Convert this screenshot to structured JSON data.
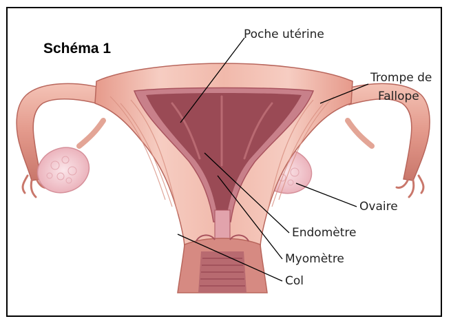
{
  "title": "Schéma 1",
  "labels": {
    "poche_uterine": "Poche utérine",
    "trompe_line1": "Trompe de",
    "trompe_line2": "Fallope",
    "ovaire": "Ovaire",
    "endometre": "Endomètre",
    "myometre": "Myomètre",
    "col": "Col"
  },
  "colors": {
    "muscle": "#e9a79a",
    "muscle_light": "#f5c9bd",
    "muscle_dark": "#c9776b",
    "cavity": "#9a4a55",
    "endometrium": "#b96a72",
    "ovary": "#f3cfd4",
    "ovary_edge": "#d58f99",
    "leader": "#000000"
  }
}
